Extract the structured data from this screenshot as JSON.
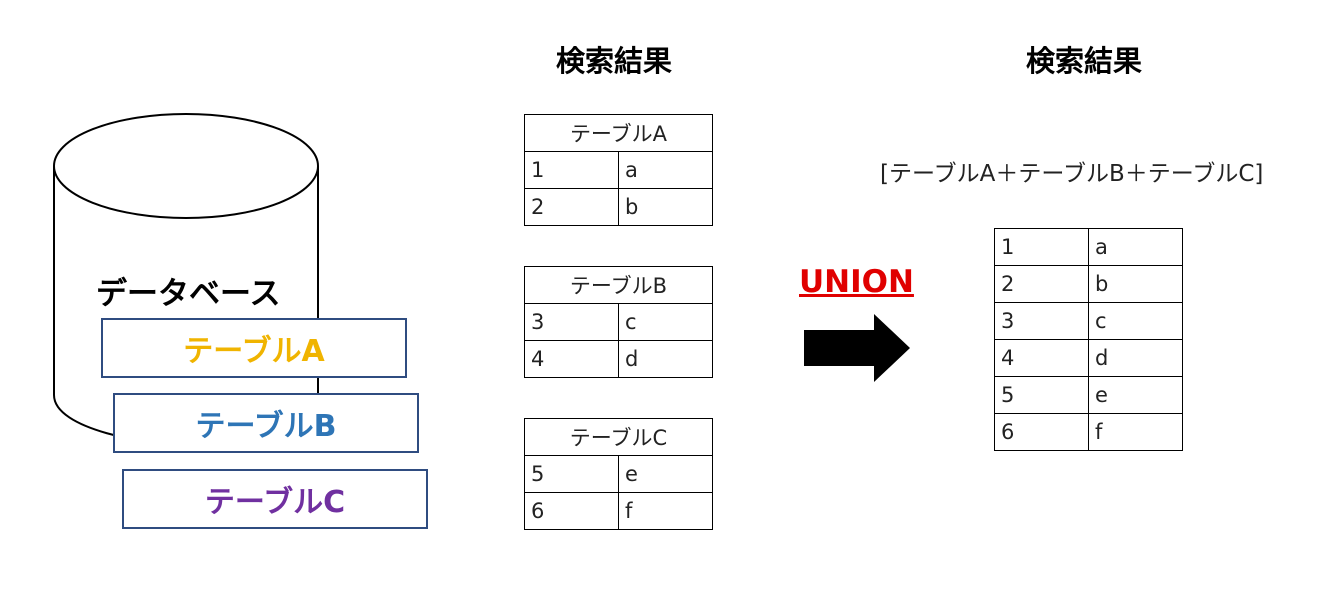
{
  "database": {
    "label": "データベース",
    "tables": [
      {
        "label": "テーブルA",
        "color": "#f0b400"
      },
      {
        "label": "テーブルB",
        "color": "#2e75b6"
      },
      {
        "label": "テーブルC",
        "color": "#7030a0"
      }
    ]
  },
  "search_results": {
    "heading": "検索結果",
    "tables": [
      {
        "title": "テーブルA",
        "rows": [
          [
            "1",
            "a"
          ],
          [
            "2",
            "b"
          ]
        ]
      },
      {
        "title": "テーブルB",
        "rows": [
          [
            "3",
            "c"
          ],
          [
            "4",
            "d"
          ]
        ]
      },
      {
        "title": "テーブルC",
        "rows": [
          [
            "5",
            "e"
          ],
          [
            "6",
            "f"
          ]
        ]
      }
    ]
  },
  "union": {
    "label": "UNION",
    "color": "#e00000"
  },
  "union_result": {
    "heading": "検索結果",
    "formula": "[テーブルA＋テーブルB＋テーブルC]",
    "rows": [
      [
        "1",
        "a"
      ],
      [
        "2",
        "b"
      ],
      [
        "3",
        "c"
      ],
      [
        "4",
        "d"
      ],
      [
        "5",
        "e"
      ],
      [
        "6",
        "f"
      ]
    ]
  }
}
